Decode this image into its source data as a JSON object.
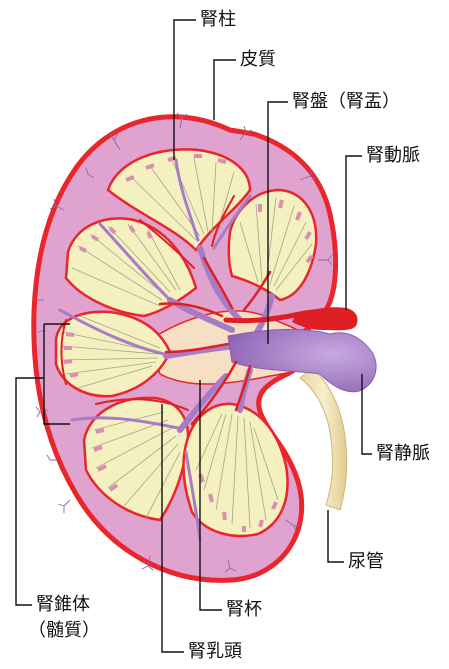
{
  "labels": {
    "renal_column": "腎柱",
    "cortex": "皮質",
    "renal_pelvis": "腎盤（腎盂）",
    "renal_artery": "腎動脈",
    "renal_vein": "腎静脈",
    "ureter": "尿管",
    "renal_calyx": "腎杯",
    "renal_pyramid": "腎錐体",
    "renal_pyramid_sub": "（髄質）",
    "renal_papilla": "腎乳頭"
  },
  "colors": {
    "capsule": "#e8262b",
    "cortex": "#e0a3cf",
    "pyramid": "#f4f0c0",
    "pyramid_stripe": "#d98fb0",
    "vein": "#a77cc6",
    "artery": "#e01f24",
    "pelvis": "#f6dfc2",
    "ureter": "#efe2b4",
    "leader": "#111111"
  }
}
